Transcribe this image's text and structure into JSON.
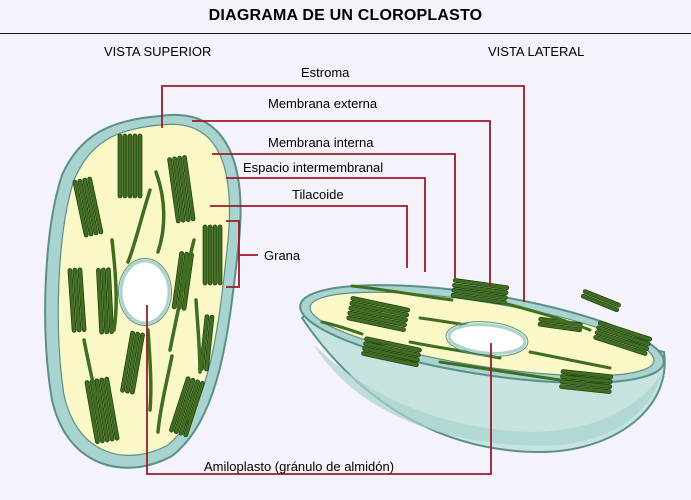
{
  "title": "DIAGRAMA DE UN CLOROPLASTO",
  "views": {
    "top": "VISTA SUPERIOR",
    "side": "VISTA LATERAL"
  },
  "labels": {
    "estroma": "Estroma",
    "membrana_externa": "Membrana externa",
    "membrana_interna": "Membrana interna",
    "espacio_intermembranal": "Espacio intermembranal",
    "tilacoide": "Tilacoide",
    "grana": "Grana",
    "amiloplasto": "Amiloplasto (gránulo de almidón)"
  },
  "colors": {
    "stroma": "#fbf8c8",
    "outer_membrane": "#a9d3cf",
    "membrane_edge": "#5c8f8a",
    "thylakoid": "#3f6e1f",
    "thylakoid_edge": "#1c3a0c",
    "leader_line": "#9b1b2a",
    "background": "#f4f2fb"
  }
}
